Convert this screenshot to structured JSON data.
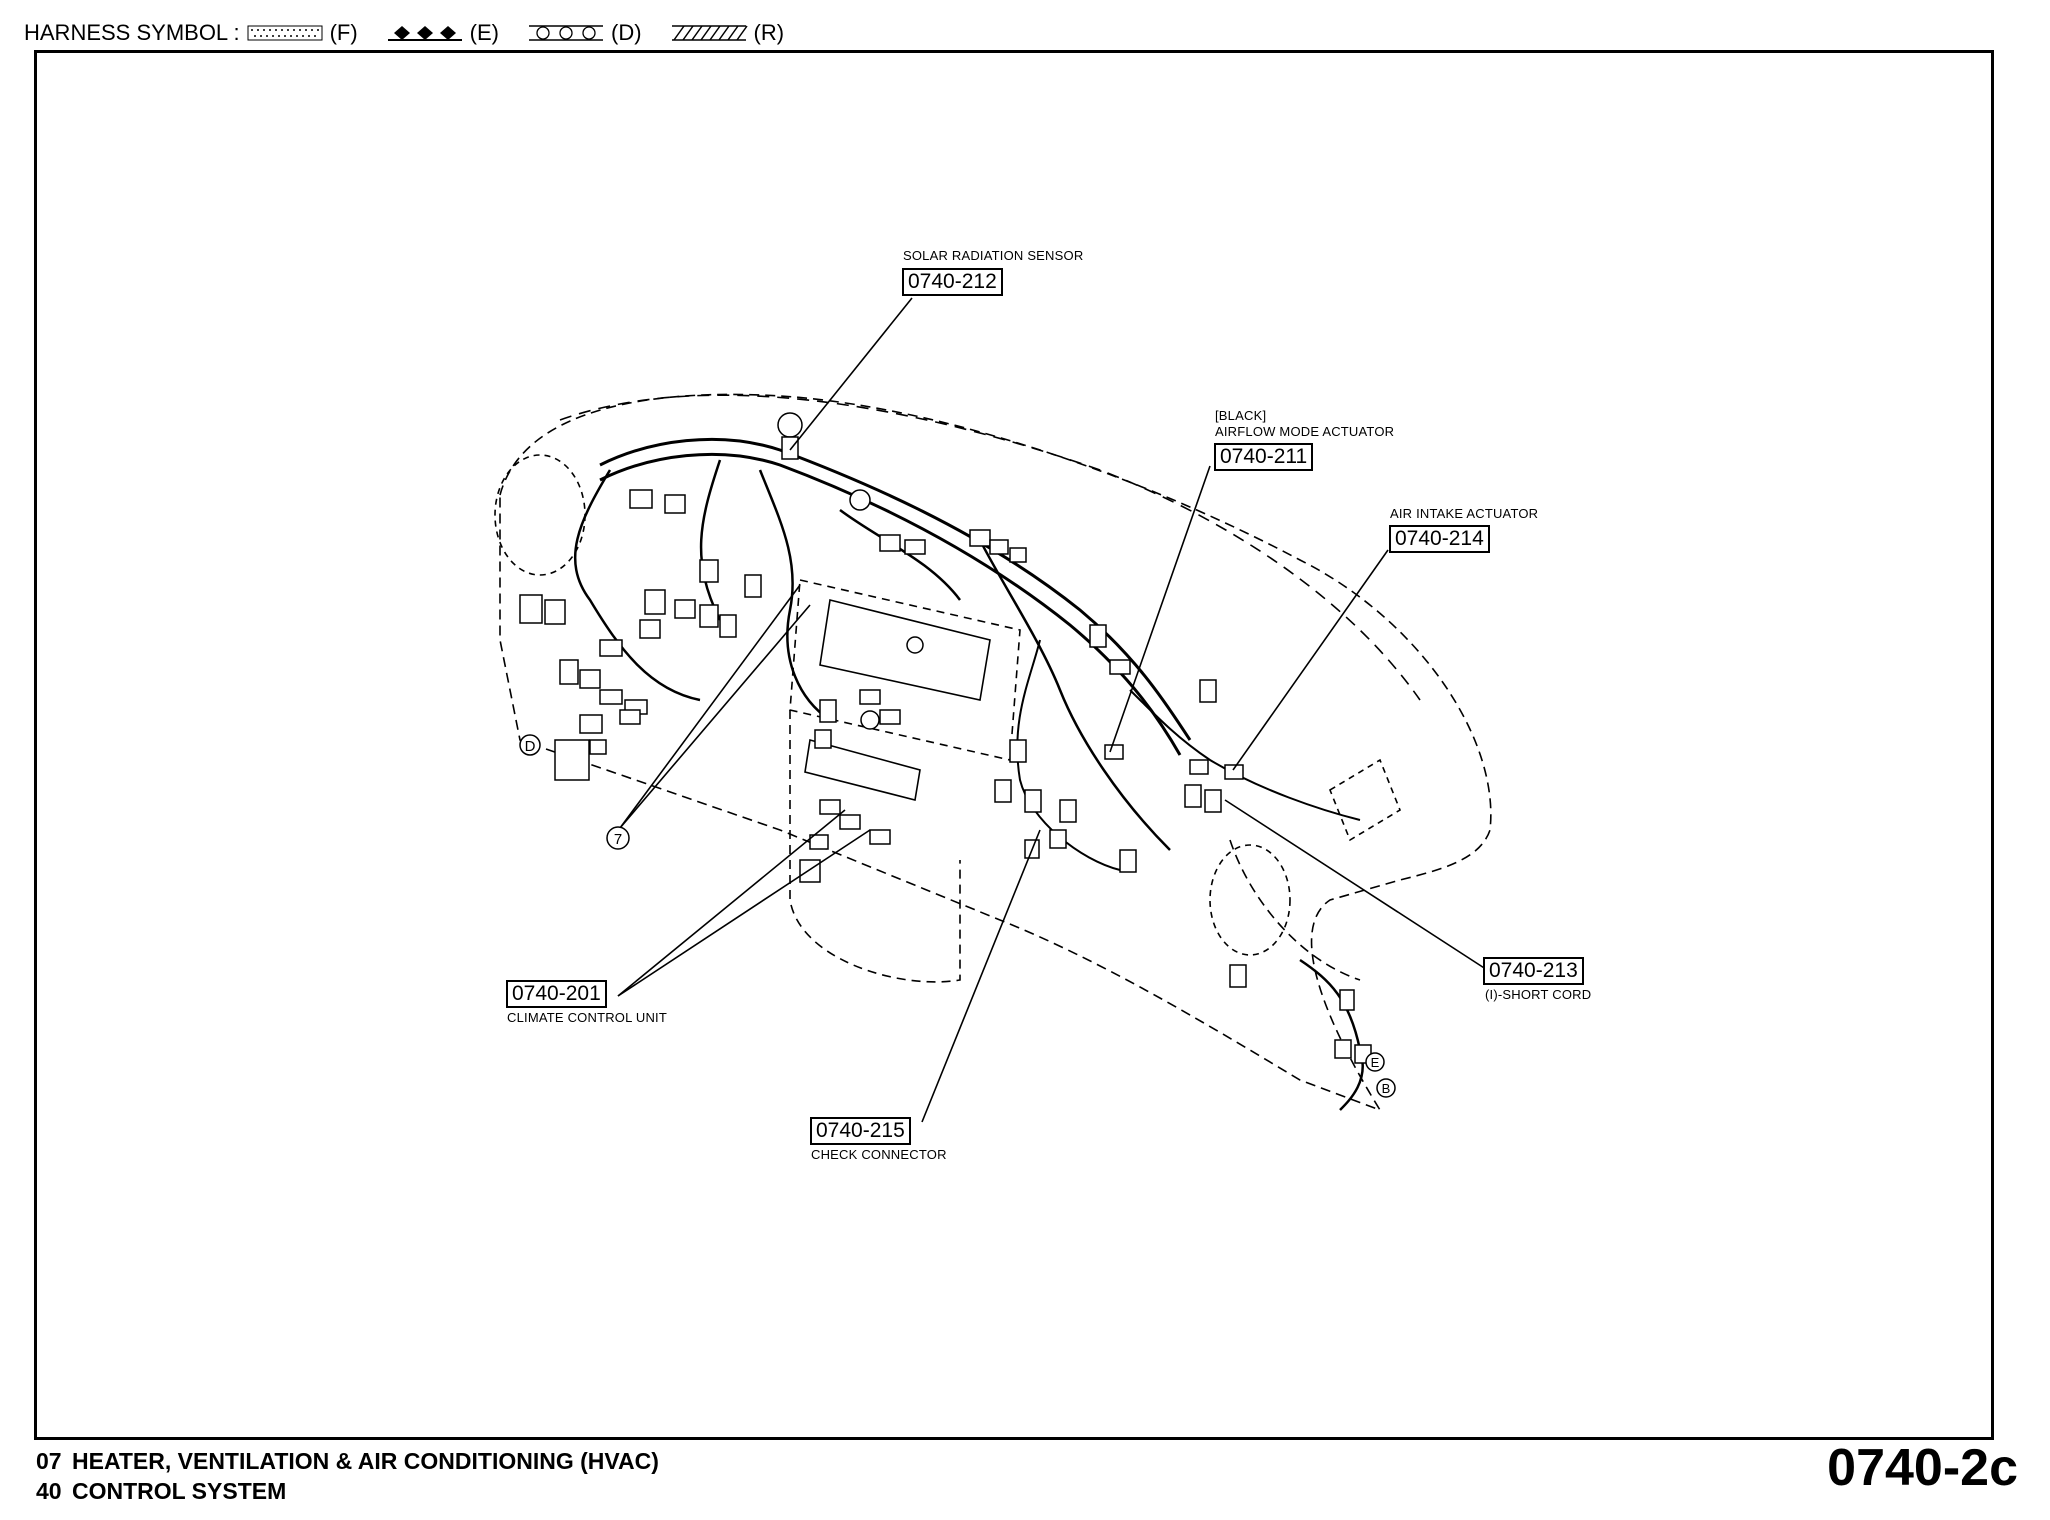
{
  "legend": {
    "label": "HARNESS SYMBOL :",
    "items": [
      {
        "icon": "dotted-line-icon",
        "code": "(F)"
      },
      {
        "icon": "diamond-line-icon",
        "code": "(E)"
      },
      {
        "icon": "circle-line-icon",
        "code": "(D)"
      },
      {
        "icon": "hatched-line-icon",
        "code": "(R)"
      }
    ]
  },
  "callouts": {
    "solar": {
      "title": "SOLAR RADIATION SENSOR",
      "code": "0740-212"
    },
    "airflow": {
      "title1": "[BLACK]",
      "title2": "AIRFLOW MODE ACTUATOR",
      "code": "0740-211"
    },
    "intake": {
      "title": "AIR INTAKE ACTUATOR",
      "code": "0740-214"
    },
    "short_cord": {
      "code": "0740-213",
      "subtitle": "(I)-SHORT CORD"
    },
    "climate": {
      "code": "0740-201",
      "subtitle": "CLIMATE CONTROL UNIT"
    },
    "check": {
      "code": "0740-215",
      "subtitle": "CHECK CONNECTOR"
    }
  },
  "markers": {
    "d": "D",
    "seven": "7",
    "e": "E",
    "b": "B"
  },
  "footer": {
    "line1_num": "07",
    "line1_text": "HEATER, VENTILATION & AIR CONDITIONING (HVAC)",
    "line2_num": "40",
    "line2_text": "CONTROL SYSTEM",
    "page_code": "0740-2c"
  }
}
